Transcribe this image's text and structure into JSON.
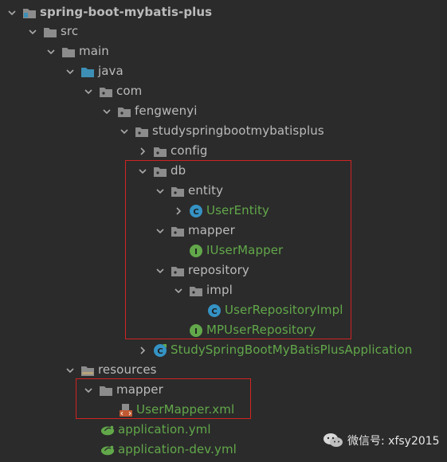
{
  "tree": {
    "root": "spring-boot-mybatis-plus",
    "src": "src",
    "main": "main",
    "java": "java",
    "com": "com",
    "fengwenyi": "fengwenyi",
    "pkg": "studyspringbootmybatisplus",
    "config": "config",
    "db": "db",
    "entity": "entity",
    "user_entity": "UserEntity",
    "mapper": "mapper",
    "iuser_mapper": "IUserMapper",
    "repository": "repository",
    "impl": "impl",
    "user_repo_impl": "UserRepositoryImpl",
    "mp_user_repo": "MPUserRepository",
    "app_class": "StudySpringBootMyBatisPlusApplication",
    "resources": "resources",
    "res_mapper": "mapper",
    "user_mapper_xml": "UserMapper.xml",
    "app_yml": "application.yml",
    "app_dev_yml": "application-dev.yml"
  },
  "icons": {
    "class_badge": "C",
    "interface_badge": "I"
  },
  "watermark": {
    "text": "微信号: xfsy2015"
  },
  "colors": {
    "background": "#2b2b2b",
    "text": "#bbbbbb",
    "class_green": "#62a84a",
    "folder_gray": "#8c8c8c",
    "folder_blue": "#3d8fb5",
    "class_badge_blue": "#3592c4",
    "interface_badge_green": "#62a84a",
    "highlight_red": "#d02323"
  }
}
